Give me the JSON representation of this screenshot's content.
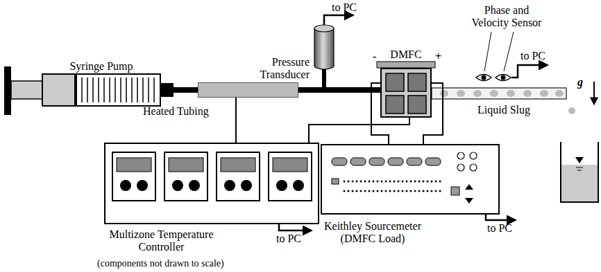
{
  "diagram": {
    "nodes": [
      {
        "text": [
          "Syringe Pump"
        ]
      },
      {
        "text": [
          "Heated Tubing"
        ]
      },
      {
        "text": [
          "Pressure Transducer"
        ]
      },
      {
        "text": [
          "DMFC"
        ]
      },
      {
        "text": [
          "Multizone Temperature Controller"
        ]
      },
      {
        "text": [
          "Keithley Sourcemeter (DMFC Load)"
        ]
      }
    ],
    "edges": [
      {
        "from": 0,
        "to": 1,
        "arrow": "none"
      },
      {
        "from": 1,
        "to": 3,
        "arrow": "none"
      },
      {
        "from": 4,
        "to": 1,
        "arrow": "none"
      },
      {
        "from": 4,
        "to": 3,
        "arrow": "none"
      },
      {
        "from": 5,
        "to": 3,
        "arrow": "none"
      },
      {
        "from": 5,
        "to": 3,
        "arrow": "none"
      }
    ],
    "labels": [
      "to PC",
      "-",
      "+",
      "Phase and Velocity Sensor",
      "to PC",
      "Liquid Slug",
      "g",
      "to PC",
      "to PC",
      "(components not drawn to scale)"
    ]
  }
}
